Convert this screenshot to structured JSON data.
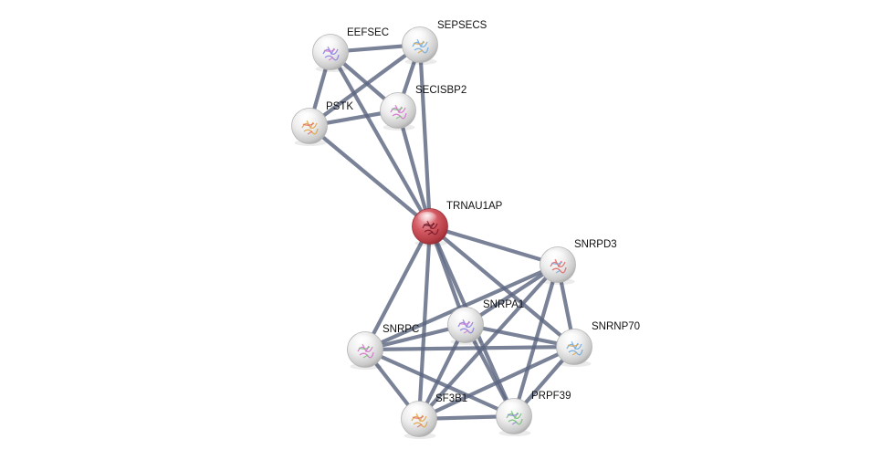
{
  "title": "Protein interaction network",
  "query_node": "TRNAU1AP",
  "colors": {
    "edge": "#5d6681",
    "query_node": "#c8434d",
    "node": "#e6e6e6",
    "label": "#111111"
  },
  "nodes": [
    {
      "id": "EEFSEC",
      "label": "EEFSEC",
      "query": false
    },
    {
      "id": "SEPSECS",
      "label": "SEPSECS",
      "query": false
    },
    {
      "id": "SECISBP2",
      "label": "SECISBP2",
      "query": false
    },
    {
      "id": "PSTK",
      "label": "PSTK",
      "query": false
    },
    {
      "id": "TRNAU1AP",
      "label": "TRNAU1AP",
      "query": true
    },
    {
      "id": "SNRPD3",
      "label": "SNRPD3",
      "query": false
    },
    {
      "id": "SNRPA1",
      "label": "SNRPA1",
      "query": false
    },
    {
      "id": "SNRNP70",
      "label": "SNRNP70",
      "query": false
    },
    {
      "id": "SNRPC",
      "label": "SNRPC",
      "query": false
    },
    {
      "id": "SF3B1",
      "label": "SF3B1",
      "query": false
    },
    {
      "id": "PRPF39",
      "label": "PRPF39",
      "query": false
    }
  ],
  "edges": [
    [
      "EEFSEC",
      "SEPSECS"
    ],
    [
      "EEFSEC",
      "SECISBP2"
    ],
    [
      "EEFSEC",
      "PSTK"
    ],
    [
      "EEFSEC",
      "TRNAU1AP"
    ],
    [
      "SEPSECS",
      "SECISBP2"
    ],
    [
      "SEPSECS",
      "PSTK"
    ],
    [
      "SEPSECS",
      "TRNAU1AP"
    ],
    [
      "SECISBP2",
      "PSTK"
    ],
    [
      "SECISBP2",
      "TRNAU1AP"
    ],
    [
      "PSTK",
      "TRNAU1AP"
    ],
    [
      "TRNAU1AP",
      "SNRPD3"
    ],
    [
      "TRNAU1AP",
      "SNRPA1"
    ],
    [
      "TRNAU1AP",
      "SNRNP70"
    ],
    [
      "TRNAU1AP",
      "SNRPC"
    ],
    [
      "TRNAU1AP",
      "SF3B1"
    ],
    [
      "TRNAU1AP",
      "PRPF39"
    ],
    [
      "SNRPD3",
      "SNRPA1"
    ],
    [
      "SNRPD3",
      "SNRNP70"
    ],
    [
      "SNRPD3",
      "SNRPC"
    ],
    [
      "SNRPD3",
      "SF3B1"
    ],
    [
      "SNRPD3",
      "PRPF39"
    ],
    [
      "SNRPA1",
      "SNRNP70"
    ],
    [
      "SNRPA1",
      "SNRPC"
    ],
    [
      "SNRPA1",
      "SF3B1"
    ],
    [
      "SNRPA1",
      "PRPF39"
    ],
    [
      "SNRNP70",
      "SNRPC"
    ],
    [
      "SNRNP70",
      "SF3B1"
    ],
    [
      "SNRNP70",
      "PRPF39"
    ],
    [
      "SNRPC",
      "SF3B1"
    ],
    [
      "SNRPC",
      "PRPF39"
    ],
    [
      "SF3B1",
      "PRPF39"
    ]
  ]
}
